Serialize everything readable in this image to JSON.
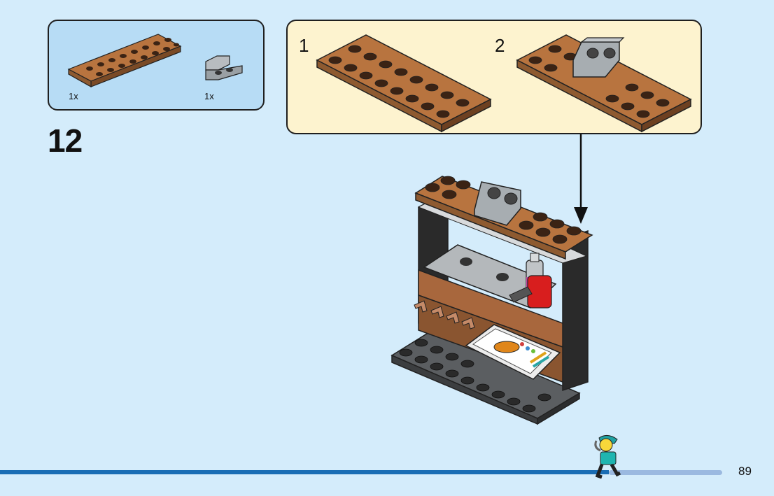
{
  "parts_list": {
    "items": [
      {
        "part": "brown-plate-2x8",
        "qty": "1x"
      },
      {
        "part": "gray-bracket-1x2",
        "qty": "1x"
      }
    ]
  },
  "step": {
    "number": "12"
  },
  "substeps": [
    {
      "number": "1"
    },
    {
      "number": "2"
    }
  ],
  "page": {
    "number": "89"
  },
  "colors": {
    "background": "#d4ecfb",
    "parts_box": "#b7dcf5",
    "substep_box": "#fdf3cf",
    "brick_brown": "#a8673d",
    "brick_gray": "#9aa0a4",
    "brick_black": "#2a2a2a",
    "bar_blue": "#1a6db4"
  },
  "icons": [
    "brown-plate-icon",
    "gray-bracket-icon",
    "arrow-down-icon",
    "minifigure-icon"
  ]
}
